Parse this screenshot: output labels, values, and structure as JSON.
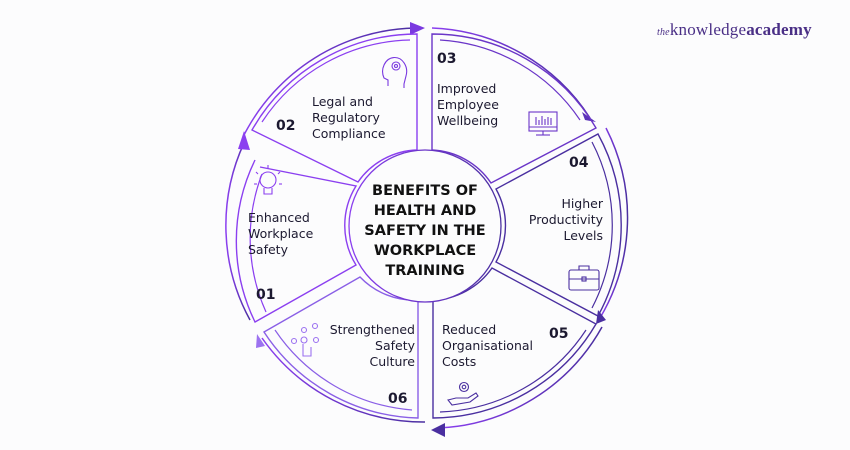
{
  "brand": {
    "prefix": "the",
    "name": "knowledge",
    "suffix": "academy"
  },
  "center": {
    "title": "BENEFITS OF HEALTH AND SAFETY IN THE WORKPLACE TRAINING"
  },
  "colors": {
    "left_purple": "#8b3ff0",
    "right_purple": "#4a2fa0",
    "text": "#1c1930",
    "background": "#fcfcfd"
  },
  "segments": [
    {
      "number": "01",
      "label_lines": [
        "Enhanced",
        "Workplace",
        "Safety"
      ],
      "icon": "lightbulb-icon"
    },
    {
      "number": "02",
      "label_lines": [
        "Legal and",
        "Regulatory",
        "Compliance"
      ],
      "icon": "head-gear-icon"
    },
    {
      "number": "03",
      "label_lines": [
        "Improved",
        "Employee",
        "Wellbeing"
      ],
      "icon": "monitor-chart-icon"
    },
    {
      "number": "04",
      "label_lines": [
        "Higher",
        "Productivity",
        "Levels"
      ],
      "icon": "briefcase-icon"
    },
    {
      "number": "05",
      "label_lines": [
        "Reduced",
        "Organisational",
        "Costs"
      ],
      "icon": "hand-gear-icon"
    },
    {
      "number": "06",
      "label_lines": [
        "Strengthened",
        "Safety",
        "Culture"
      ],
      "icon": "network-touch-icon"
    }
  ]
}
